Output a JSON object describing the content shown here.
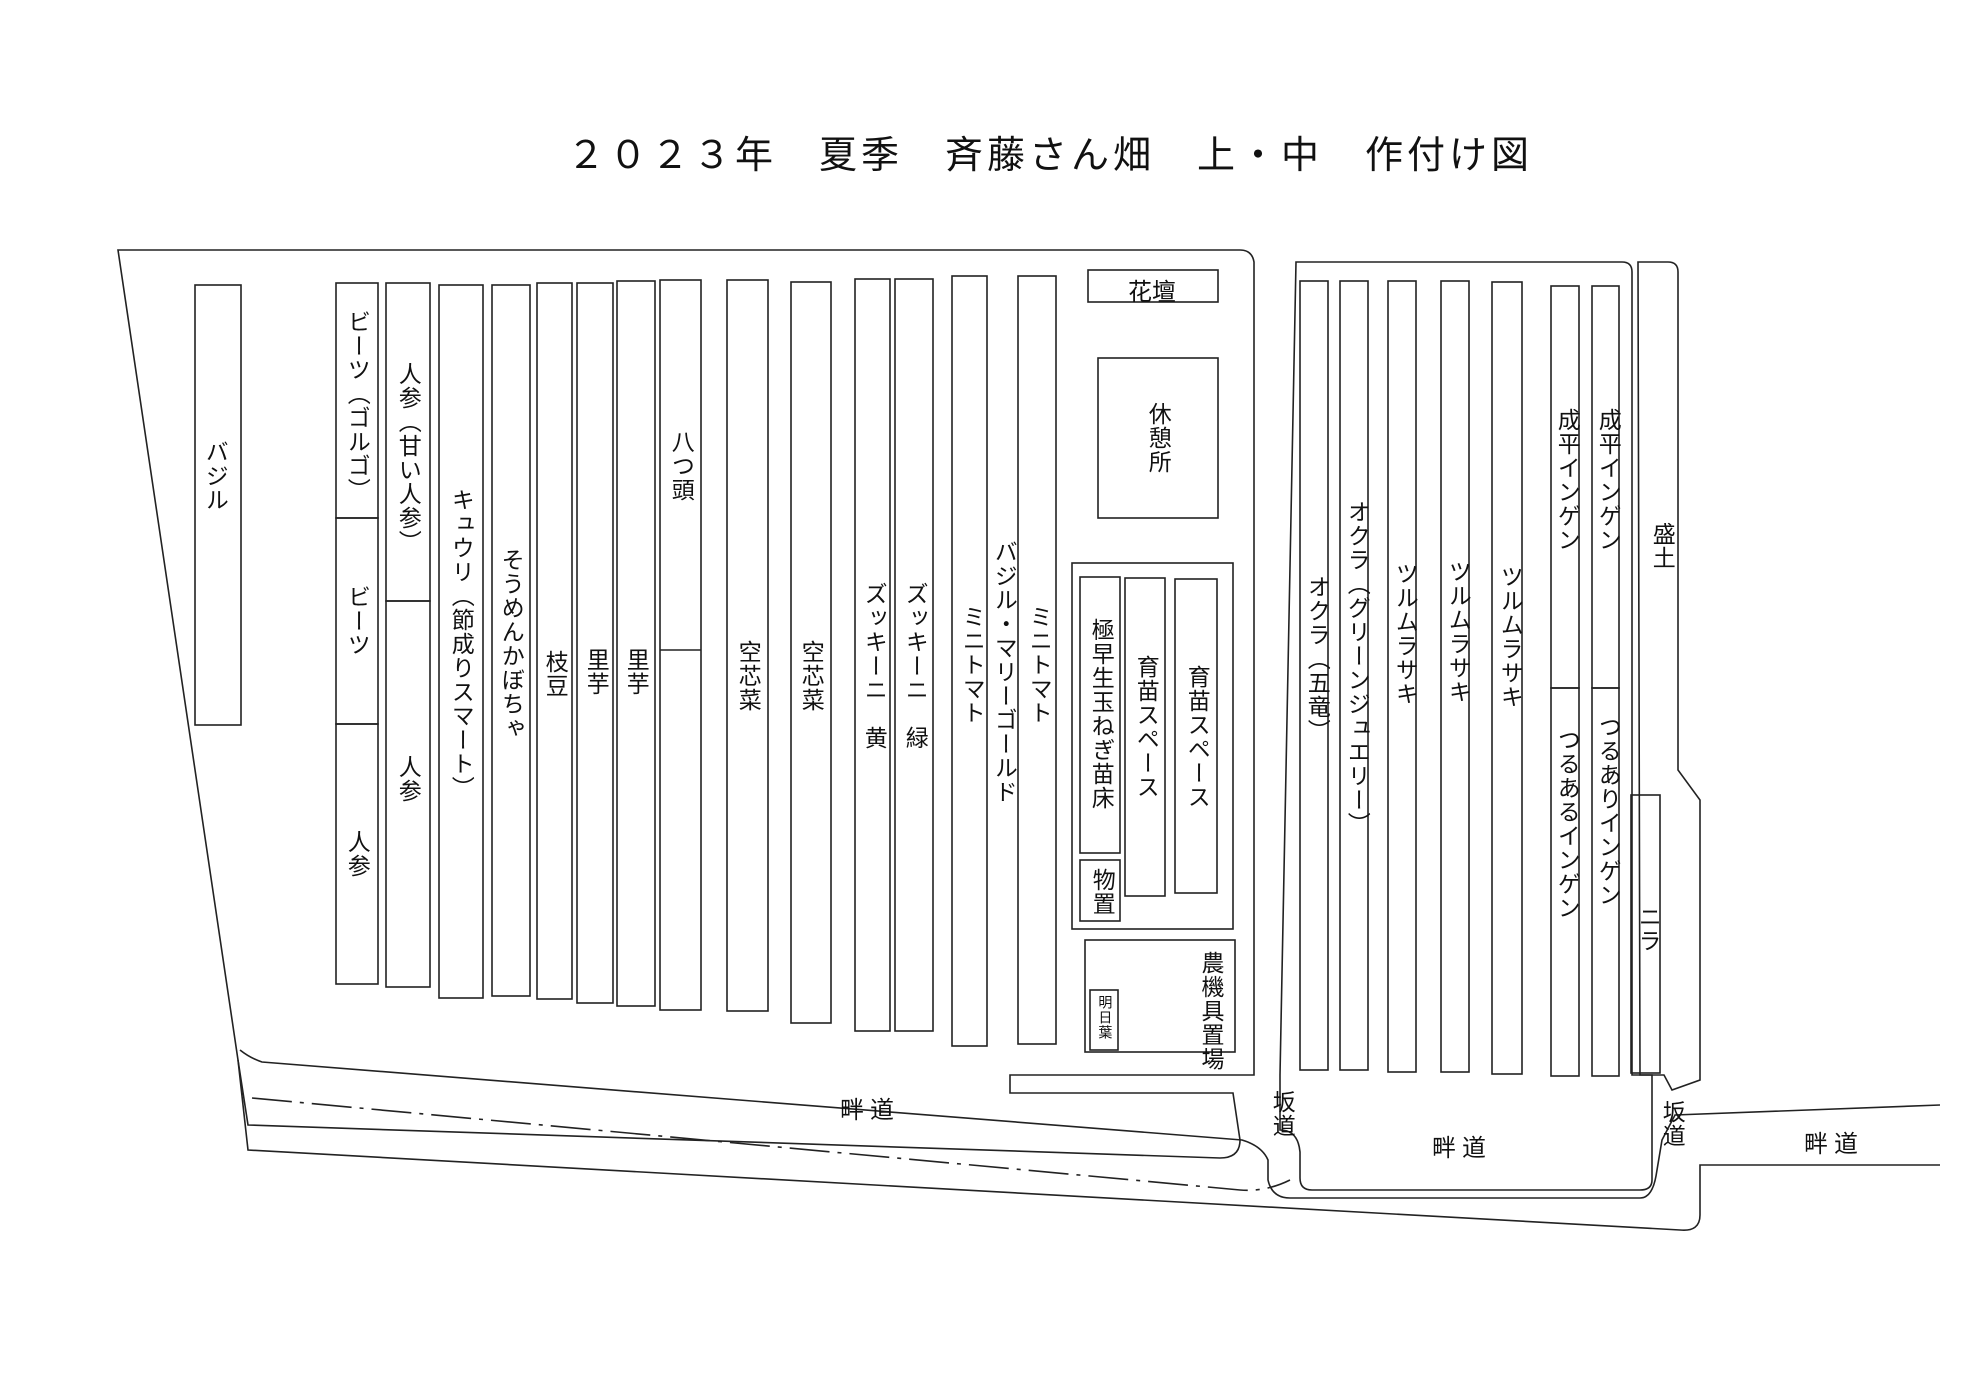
{
  "title": "２０２３年　夏季　斉藤さん畑　上・中　作付け図",
  "labels": {
    "basil": "バジル",
    "beets_golgo": "ビーツ（ゴルゴ）",
    "beets": "ビーツ",
    "carrot_a": "人参",
    "carrot_sweet": "人参（甘い人参）",
    "carrot_b": "人参",
    "cucumber": "キュウリ（節成りスマート）",
    "somen_squash": "そうめんかぼちゃ",
    "edamame": "枝豆",
    "taro_1": "里芋",
    "taro_2": "里芋",
    "yatsugashira": "八つ頭",
    "kushinsai_1": "空芯菜",
    "kushinsai_2": "空芯菜",
    "zucchini_yellow": "ズッキーニ　黄",
    "zucchini_green": "ズッキーニ　緑",
    "minitomato_1": "ミニトマト",
    "basil_marigold": "バジル・マリーゴールド",
    "minitomato_2": "ミニトマト",
    "flowerbed": "花壇",
    "rest_area": "休憩所",
    "onion_bed": "極早生玉ねぎ苗床",
    "storage": "物置",
    "nursery_1": "育苗スペース",
    "nursery_2": "育苗スペース",
    "farm_tools": "農機具置場",
    "ashitaba": "明日葉",
    "okra_goryu": "オクラ（五竜）",
    "okra_green_jewelry": "オクラ（グリーンジュエリー）",
    "tsurumurasaki_1": "ツルムラサキ",
    "tsurumurasaki_2": "ツルムラサキ",
    "tsurumurasaki_3": "ツルムラサキ",
    "narihira_1": "成平インゲン",
    "narihira_2": "成平インゲン",
    "tsuru_aru": "つるあるインゲン",
    "tsuru_ari": "つるありインゲン",
    "nira": "ニラ",
    "morido": "盛土",
    "path_1": "畔道",
    "path_2": "畔道",
    "path_3": "畔道",
    "slope_1": "坂道",
    "slope_2": "坂道"
  }
}
